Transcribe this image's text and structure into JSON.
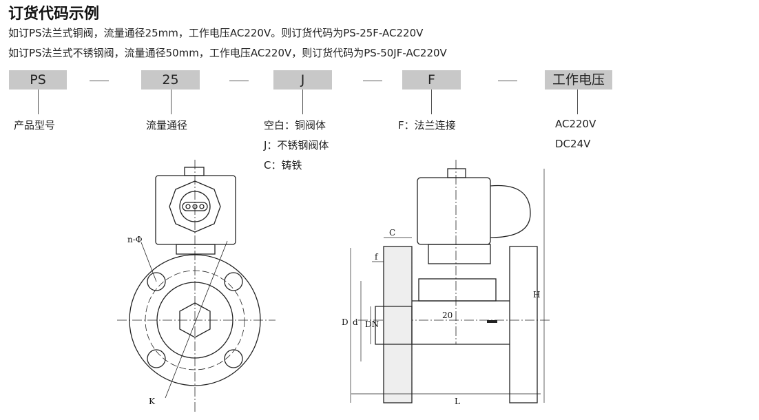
{
  "title": "订货代码示例",
  "examples": [
    "如订PS法兰式铜阀，流量通径25mm，工作电压AC220V。则订货代码为PS-25F-AC220V",
    "如订PS法兰式不锈钢阀，流量通径50mm，工作电压AC220V，则订货代码为PS-50JF-AC220V"
  ],
  "code": {
    "boxes": [
      "PS",
      "25",
      "J",
      "F",
      "工作电压"
    ],
    "labels": {
      "model": "产品型号",
      "diameter": "流量通径",
      "material": [
        "空白：铜阀体",
        "J：不锈钢阀体",
        "C：铸铁"
      ],
      "connection": "F：法兰连接",
      "voltage": [
        "AC220V",
        "DC24V"
      ]
    }
  },
  "drawing": {
    "front": {
      "holes": "n-Φ",
      "k": "K"
    },
    "side": {
      "c": "C",
      "f": "f",
      "D": "D",
      "d": "d",
      "DN": "DN",
      "size": "20",
      "H": "H",
      "L": "L"
    }
  }
}
